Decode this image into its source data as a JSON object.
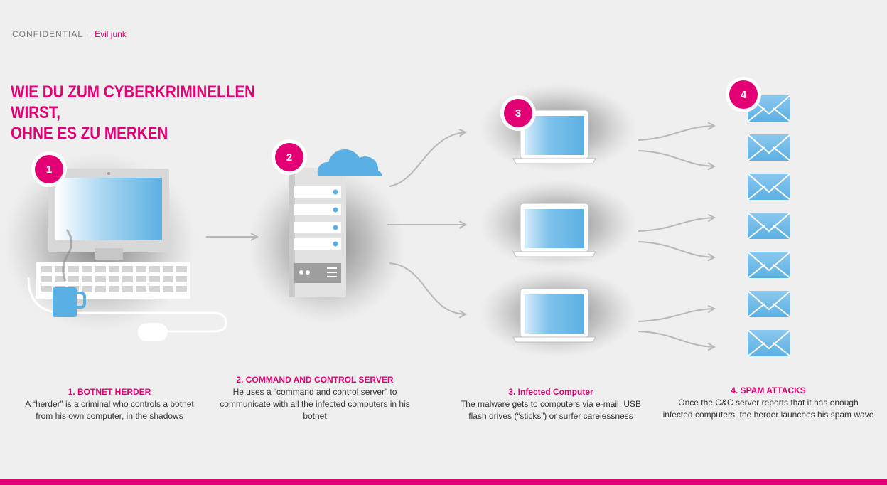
{
  "header": {
    "confidential": "CONFIDENTIAL",
    "separator": "|",
    "tag": "Evil junk"
  },
  "title": {
    "line1": "WIE DU ZUM CYBERKRIMINELLEN WIRST,",
    "line2": "OHNE ES ZU MERKEN"
  },
  "badges": [
    "1",
    "2",
    "3",
    "4"
  ],
  "steps": [
    {
      "title": "1. BOTNET HERDER",
      "body": "A “herder” is a criminal who controls a botnet from his own computer, in the shadows"
    },
    {
      "title": "2. COMMAND AND CONTROL SERVER",
      "body": "He uses a “command and control server” to communicate with all the infected computers in his botnet"
    },
    {
      "title": "3. Infected Computer",
      "body": "The malware gets to computers via e-mail, USB flash drives (“sticks”) or surfer carelessness"
    },
    {
      "title": "4. SPAM ATTACKS",
      "body": "Once the C&C server reports that it has enough infected computers, the herder launches his spam wave"
    }
  ],
  "colors": {
    "magenta": "#e20074",
    "screen_blue": "#5bb0e3",
    "background": "#efefef"
  },
  "icons": [
    "desktop-computer-icon",
    "coffee-mug-icon",
    "mouse-icon",
    "server-tower-icon",
    "cloud-icon",
    "laptop-icon",
    "envelope-icon",
    "arrow-icon"
  ]
}
